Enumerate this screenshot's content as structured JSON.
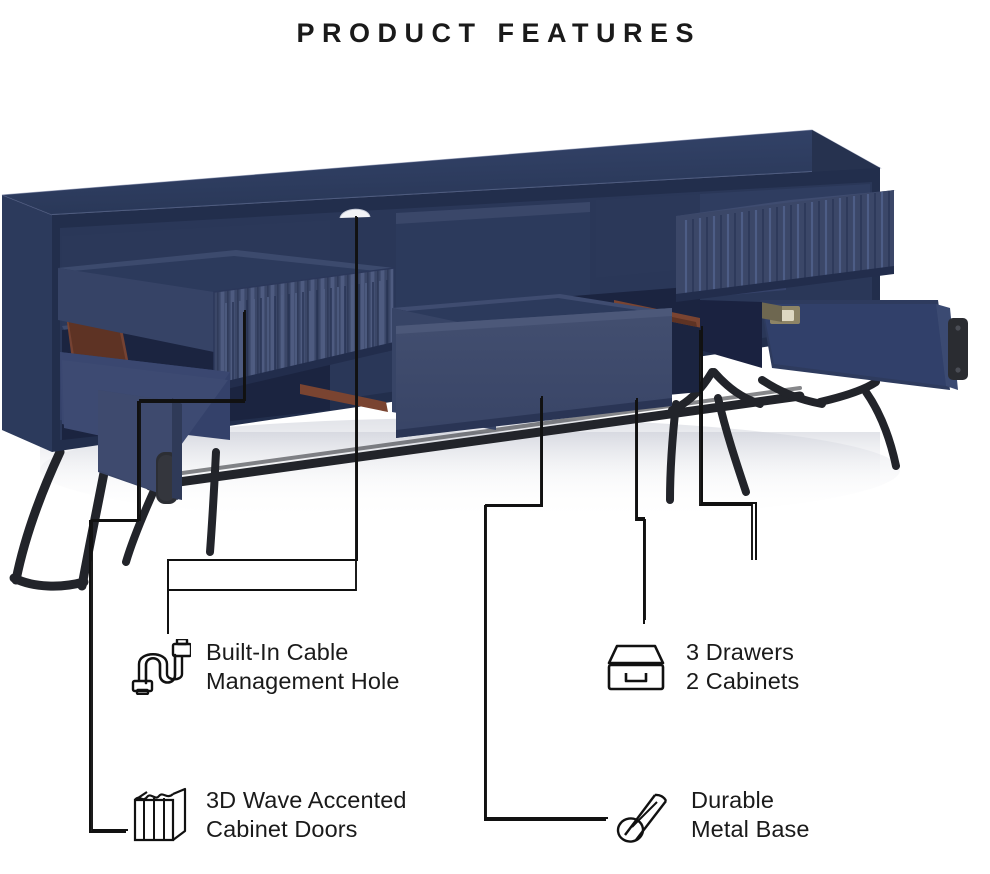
{
  "header": {
    "title": "PRODUCT FEATURES"
  },
  "product": {
    "name": "Navy blue fluted sideboard / TV console",
    "body_color": "#2b3a5e",
    "top_color": "#2e3d61",
    "front_color": "#3e4a6b",
    "interior_dark": "#1b2440",
    "flute_light": "#4b5878",
    "flute_dark": "#2f3c5e",
    "metal_color": "#22242a",
    "hardware_color": "#2a2c31",
    "slide_color": "#6b3b2a"
  },
  "callout_line": {
    "color": "#111111",
    "width": 1.9
  },
  "features": [
    {
      "id": "cable",
      "icon": "usb-cable-icon",
      "line1": "Built-In Cable",
      "line2": "Management Hole"
    },
    {
      "id": "drawers",
      "icon": "drawer-icon",
      "line1": "3 Drawers",
      "line2": "2 Cabinets"
    },
    {
      "id": "wave",
      "icon": "fluted-panel-icon",
      "line1": "3D Wave Accented",
      "line2": "Cabinet Doors"
    },
    {
      "id": "base",
      "icon": "metal-tube-icon",
      "line1": "Durable",
      "line2": "Metal Base"
    }
  ],
  "colors": {
    "background": "#ffffff",
    "text": "#1a1a1a",
    "title": "#1a1a1a"
  }
}
